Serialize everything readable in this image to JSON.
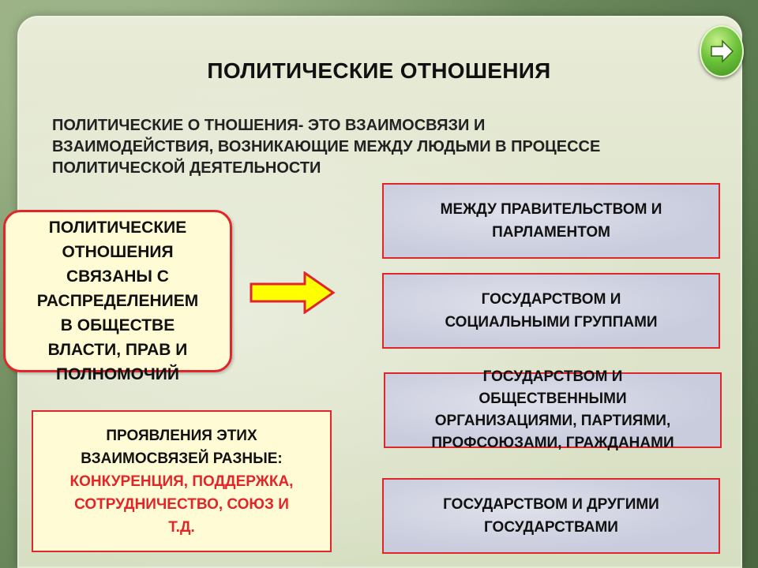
{
  "title": "ПОЛИТИЧЕСКИЕ ОТНОШЕНИЯ",
  "definition": [
    "ПОЛИТИЧЕСКИЕ О ТНОШЕНИЯ- ЭТО  ВЗАИМОСВЯЗИ И",
    "ВЗАИМОДЕЙСТВИЯ, ВОЗНИКАЮЩИЕ МЕЖДУ ЛЮДЬМИ В ПРОЦЕССЕ",
    "ПОЛИТИЧЕСКОЙ ДЕЯТЕЛЬНОСТИ"
  ],
  "left_box": [
    "ПОЛИТИЧЕСКИЕ",
    "ОТНОШЕНИЯ",
    "СВЯЗАНЫ  С",
    "РАСПРЕДЕЛЕНИЕМ",
    "В ОБЩЕСТВЕ",
    "ВЛАСТИ, ПРАВ И",
    "ПОЛНОМОЧИЙ"
  ],
  "right_boxes": [
    [
      "МЕЖДУ ПРАВИТЕЛЬСТВОМ И",
      "ПАРЛАМЕНТОМ"
    ],
    [
      "ГОСУДАРСТВОМ И",
      "СОЦИАЛЬНЫМИ ГРУППАМИ"
    ],
    [
      "ГОСУДАРСТВОМ  И",
      "ОБЩЕСТВЕННЫМИ",
      "ОРГАНИЗАЦИЯМИ, ПАРТИЯМИ,",
      "ПРОФСОЮЗАМИ, ГРАЖДАНАМИ"
    ],
    [
      "ГОСУДАРСТВОМ И     ДРУГИМИ",
      "ГОСУДАРСТВАМИ"
    ]
  ],
  "bottom_box": {
    "black_lines": [
      "ПРОЯВЛЕНИЯ ЭТИХ",
      "ВЗАИМОСВЯЗЕЙ  РАЗНЫЕ:"
    ],
    "red_lines": [
      "КОНКУРЕНЦИЯ, ПОДДЕРЖКА,",
      "СОТРУДНИЧЕСТВО, СОЮЗ  И",
      "Т.Д."
    ]
  },
  "colors": {
    "border_red": "#e0262a",
    "accent_text_red": "#e0262a",
    "arrow_fill": "#ffff00",
    "nav_green": "#6cc23a",
    "box_blue_gray": "#c9ccdd",
    "box_cream": "#fffbd4"
  },
  "icons": {
    "nav": "arrow-right-icon",
    "connector": "block-arrow-right-icon"
  }
}
